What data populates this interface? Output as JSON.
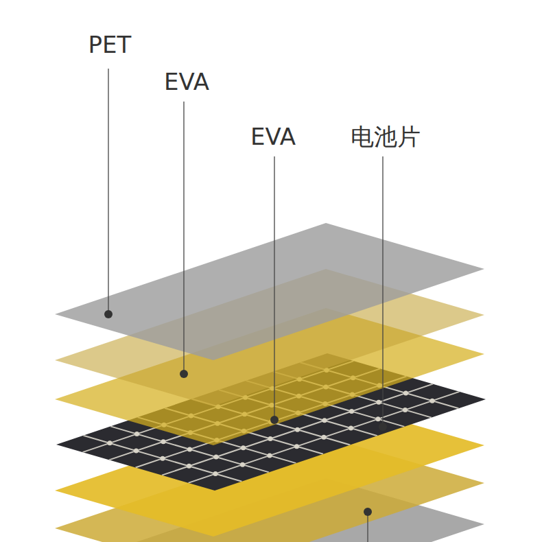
{
  "diagram": {
    "labels": [
      "PET",
      "EVA",
      "EVA",
      "电池片"
    ]
  }
}
